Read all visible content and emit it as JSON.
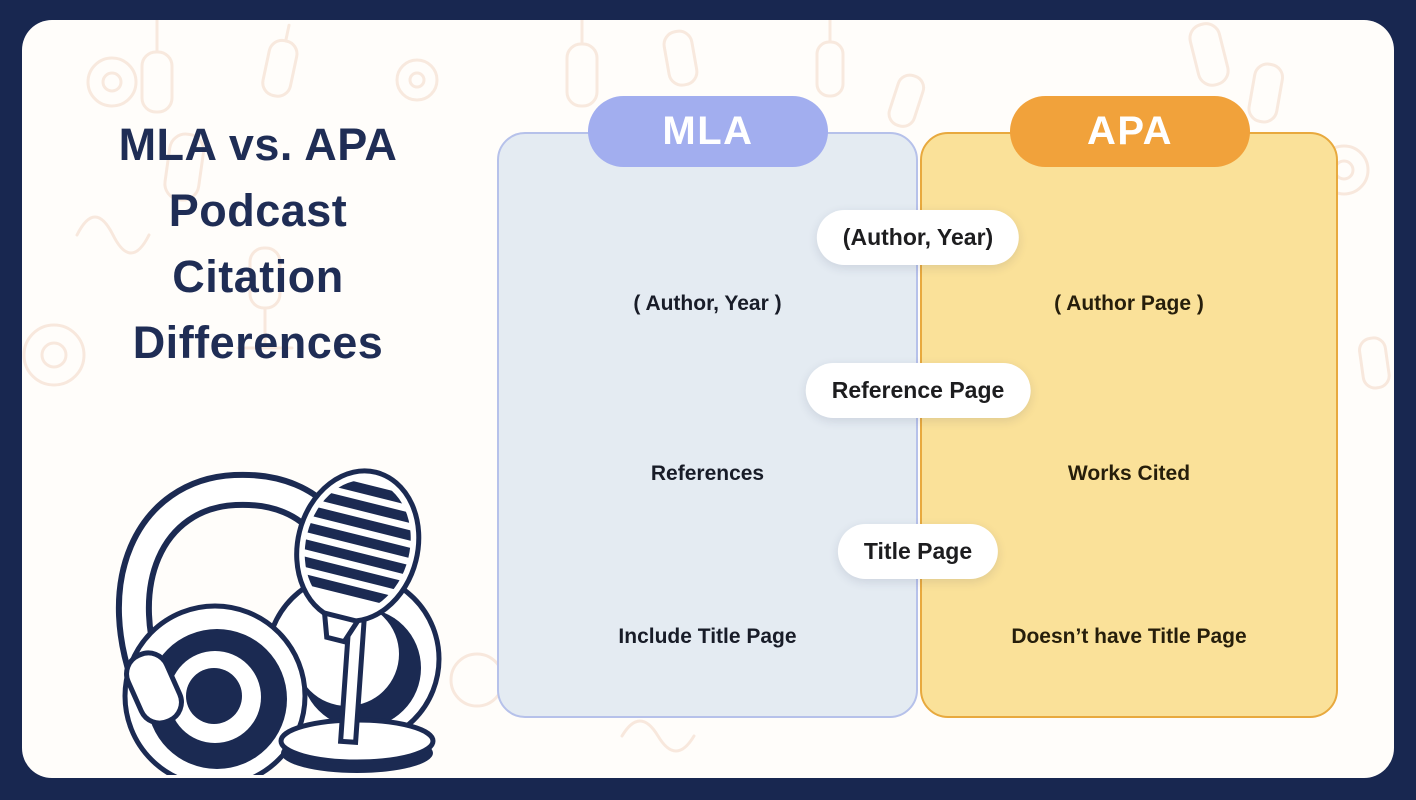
{
  "page": {
    "title_lines": [
      "MLA vs. APA",
      "Podcast",
      "Citation",
      "Differences"
    ]
  },
  "comparison": {
    "center_labels": [
      "(Author, Year)",
      "Reference Page",
      "Title Page"
    ],
    "columns": [
      {
        "header": "MLA",
        "rows": [
          "( Author, Year )",
          "References",
          "Include Title Page"
        ]
      },
      {
        "header": "APA",
        "rows": [
          "( Author Page )",
          "Works Cited",
          "Doesn’t have Title Page"
        ]
      }
    ]
  },
  "icons": {
    "illustration": "headphones-and-vintage-microphone"
  },
  "colors": {
    "frame-navy": "#182750",
    "panel-bg": "#fffdfa",
    "title-navy": "#1f2d55",
    "mla-pill": "#a2aeef",
    "mla-card-bg": "#e4ebf2",
    "mla-card-border": "#b6c1ea",
    "apa-pill": "#f1a23b",
    "apa-card-bg": "#fae199",
    "apa-card-border": "#e8a93e",
    "pill-text": "#1d1d1f",
    "mla-row-text": "#181c28",
    "apa-row-text": "#261e0b",
    "doodle": "#f6e2d4",
    "line-art": "#1b2a52"
  }
}
